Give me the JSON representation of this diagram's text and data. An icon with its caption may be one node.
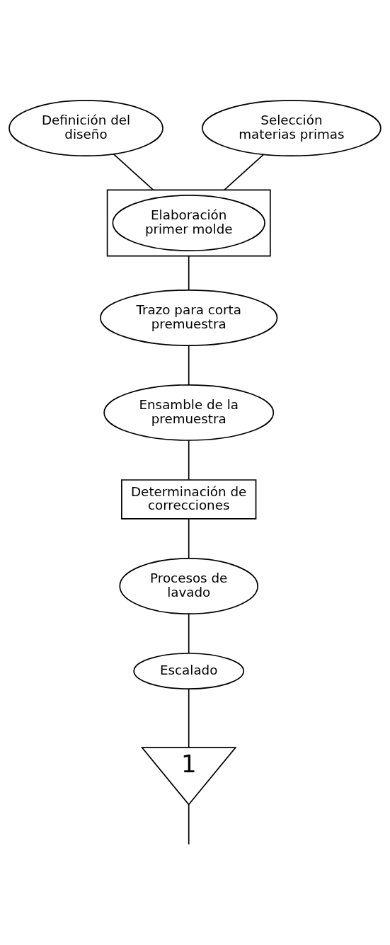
{
  "diagram": {
    "nodes": [
      {
        "text": [
          "Definición del diseño"
        ]
      },
      {
        "text": [
          "Selección materias primas"
        ]
      },
      {
        "text": [],
        "shape": "box"
      },
      {
        "text": [
          "Elaboración primer molde"
        ],
        "in": 2
      },
      {
        "text": [
          "Trazo para corta premuestra"
        ]
      },
      {
        "text": [
          "Ensamble de la premuestra"
        ]
      },
      {
        "text": [
          "Determinación de correcciones"
        ]
      },
      {
        "text": [
          "Procesos de lavado"
        ]
      },
      {
        "text": [
          "Escalado"
        ]
      },
      {
        "text": [
          "1"
        ]
      }
    ],
    "edges": [
      {
        "from": 0,
        "to": 2,
        "arrow": "none"
      },
      {
        "from": 1,
        "to": 2,
        "arrow": "none"
      },
      {
        "from": 2,
        "to": 4,
        "arrow": "none"
      },
      {
        "from": 4,
        "to": 5,
        "arrow": "none"
      },
      {
        "from": 5,
        "to": 6,
        "arrow": "none"
      },
      {
        "from": 6,
        "to": 7,
        "arrow": "none"
      },
      {
        "from": 7,
        "to": 8,
        "arrow": "none"
      },
      {
        "from": 8,
        "to": 9,
        "arrow": "none"
      },
      {
        "from": 9,
        "to": null,
        "arrow": "none"
      }
    ]
  }
}
